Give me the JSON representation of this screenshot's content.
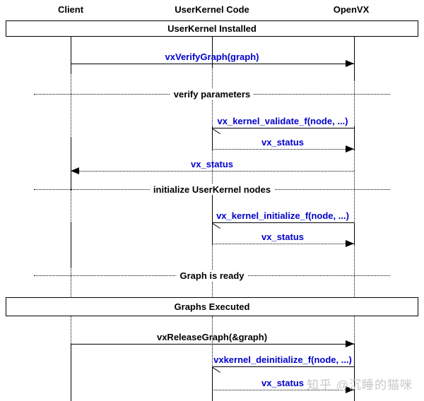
{
  "participants": [
    {
      "label": "Client"
    },
    {
      "label": "UserKernel Code"
    },
    {
      "label": "OpenVX"
    }
  ],
  "frames": [
    {
      "label": "UserKernel Installed"
    },
    {
      "label": "Graphs Executed"
    }
  ],
  "dividers": [
    {
      "label": "verify parameters"
    },
    {
      "label": "initialize UserKernel nodes"
    },
    {
      "label": "Graph is ready"
    }
  ],
  "messages": [
    {
      "label": "vxVerifyGraph(graph)",
      "from": "Client",
      "to": "OpenVX",
      "style": "solid",
      "color": "#0000cc"
    },
    {
      "label": "vx_kernel_validate_f(node, ...)",
      "from": "OpenVX",
      "to": "UserKernel Code",
      "style": "solid",
      "color": "#0000cc"
    },
    {
      "label": "vx_status",
      "from": "UserKernel Code",
      "to": "OpenVX",
      "style": "dotted",
      "color": "#0000cc"
    },
    {
      "label": "vx_status",
      "from": "OpenVX",
      "to": "Client",
      "style": "dotted",
      "color": "#0000cc"
    },
    {
      "label": "vx_kernel_initialize_f(node, ...)",
      "from": "OpenVX",
      "to": "UserKernel Code",
      "style": "solid",
      "color": "#0000cc"
    },
    {
      "label": "vx_status",
      "from": "UserKernel Code",
      "to": "OpenVX",
      "style": "dotted",
      "color": "#0000cc"
    },
    {
      "label": "vxReleaseGraph(&graph)",
      "from": "Client",
      "to": "OpenVX",
      "style": "solid",
      "color": "#000000"
    },
    {
      "label": "vxkernel_deinitialize_f(node, ...)",
      "from": "OpenVX",
      "to": "UserKernel Code",
      "style": "solid",
      "color": "#0000cc"
    },
    {
      "label": "vx_status",
      "from": "UserKernel Code",
      "to": "OpenVX",
      "style": "dotted",
      "color": "#0000cc"
    }
  ],
  "watermark": {
    "text": "知乎 @沉睡的猫咪",
    "color": "#c8c8c8"
  },
  "colors": {
    "message_blue": "#0000cc",
    "line_black": "#000000",
    "background": "#ffffff"
  }
}
